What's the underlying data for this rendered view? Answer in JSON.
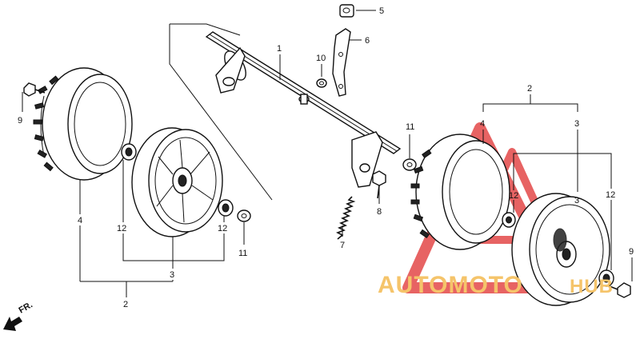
{
  "callouts": {
    "c1": "1",
    "c2_top": "2",
    "c2_bottom": "2",
    "c3_left": "3",
    "c3_right_a": "3",
    "c3_right_b": "3",
    "c4_left": "4",
    "c4_right": "4",
    "c5": "5",
    "c6": "6",
    "c7": "7",
    "c8": "8",
    "c9_left": "9",
    "c9_right": "9",
    "c10": "10",
    "c11_mid": "11",
    "c11_right": "11",
    "c12_l1": "12",
    "c12_l2": "12",
    "c12_r1": "12",
    "c12_r2": "12"
  },
  "front_indicator": "FR.",
  "watermark": {
    "text": "AUTOMOTO",
    "text2": "HUB",
    "color": "#e03030",
    "accent": "#f5c46a"
  }
}
